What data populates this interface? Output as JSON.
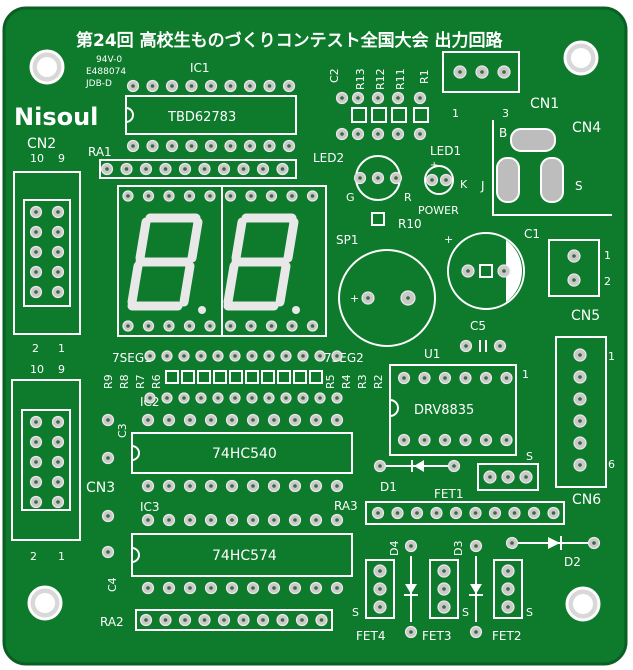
{
  "board": {
    "title": "第24回 高校生ものづくりコンテスト全国大会 出力回路",
    "brand": "Nisoul",
    "cert": [
      "94V-0",
      "E488074",
      "JDB-D"
    ],
    "colors": {
      "pcb": "#0d7a2c",
      "pcb_dark": "#0a6a25",
      "silk": "#ffffff",
      "pad": "#c9c9c9"
    }
  },
  "labels": {
    "ic1": "IC1",
    "ic1_part": "TBD62783",
    "ic2": "IC2",
    "ic2_part": "74HC540",
    "ic3": "IC3",
    "ic3_part": "74HC574",
    "u1": "U1",
    "u1_part": "DRV8835",
    "cn1": "CN1",
    "cn2": "CN2",
    "cn3": "CN3",
    "cn4": "CN4",
    "cn5": "CN5",
    "cn6": "CN6",
    "c1": "C1",
    "c2": "C2",
    "c3": "C3",
    "c4": "C4",
    "c5": "C5",
    "r1": "R1",
    "r2": "R2",
    "r3": "R3",
    "r4": "R4",
    "r5": "R5",
    "r6": "R6",
    "r7": "R7",
    "r8": "R8",
    "r9": "R9",
    "r10": "R10",
    "r11": "R11",
    "r12": "R12",
    "r13": "R13",
    "ra1": "RA1",
    "ra2": "RA2",
    "ra3": "RA3",
    "led1": "LED1",
    "led2": "LED2",
    "power": "POWER",
    "sp1": "SP1",
    "seg1": "7SEG1",
    "seg2": "7SEG2",
    "d1": "D1",
    "d2": "D2",
    "d3": "D3",
    "d4": "D4",
    "fet1": "FET1",
    "fet2": "FET2",
    "fet3": "FET3",
    "fet4": "FET4",
    "s": "S",
    "b": "B",
    "j": "J",
    "g": "G",
    "k": "K",
    "r": "R",
    "n1": "1",
    "n2": "2",
    "n3": "3",
    "n6": "6",
    "n9": "9",
    "n10": "10",
    "plus": "+"
  }
}
